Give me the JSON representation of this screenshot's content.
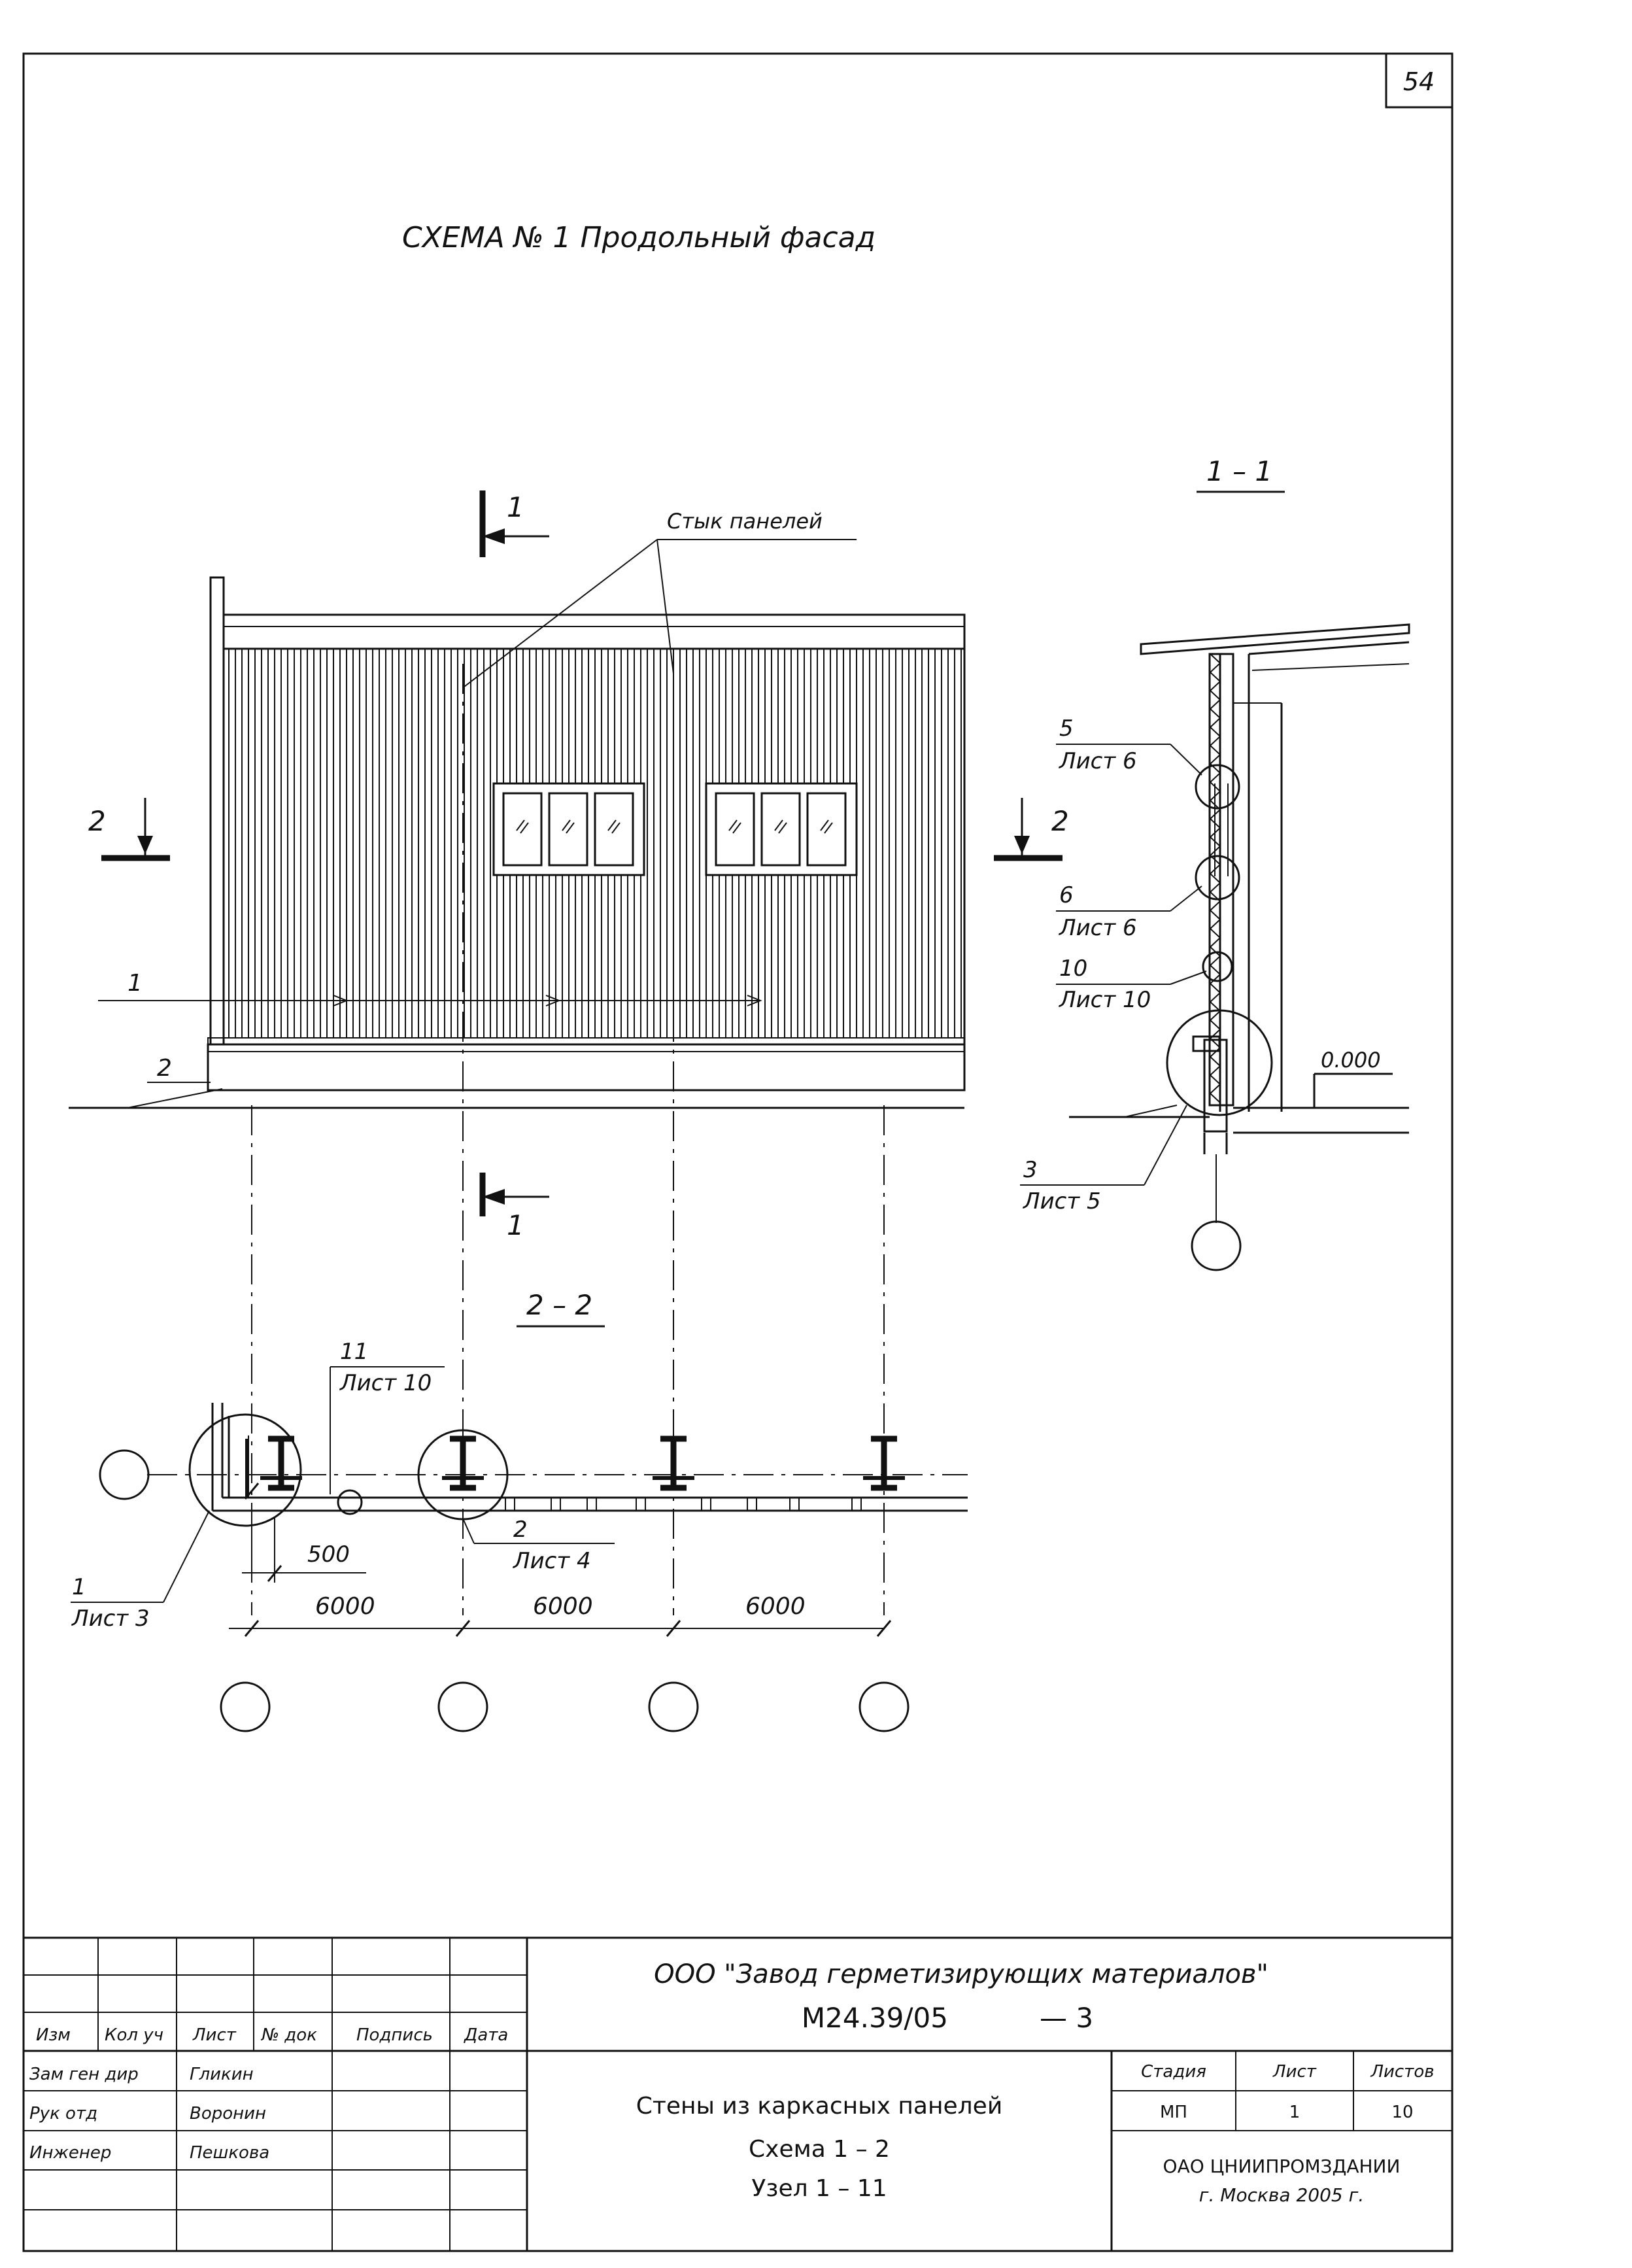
{
  "sheet_number": "54",
  "title": "СХЕМА № 1 Продольный фасад",
  "facade": {
    "joint_label": "Стык панелей",
    "section_1_top": "1",
    "section_1_bottom": "1",
    "section_2_left": "2",
    "section_2_right": "2",
    "callout_1": "1",
    "callout_2": "2"
  },
  "section_1_1": {
    "title": "1 – 1",
    "nodes": [
      {
        "num": "5",
        "sheet": "Лист 6"
      },
      {
        "num": "6",
        "sheet": "Лист 6"
      },
      {
        "num": "10",
        "sheet": "Лист 10"
      },
      {
        "num": "3",
        "sheet": "Лист 5"
      }
    ],
    "level": "0.000"
  },
  "section_2_2": {
    "title": "2 – 2",
    "node_11": {
      "num": "11",
      "sheet": "Лист 10"
    },
    "node_2": {
      "num": "2",
      "sheet": "Лист 4"
    },
    "node_1": {
      "num": "1",
      "sheet": "Лист 3"
    },
    "dim_offset": "500",
    "dims": [
      "6000",
      "6000",
      "6000"
    ]
  },
  "title_block": {
    "col_headers": [
      "Изм",
      "Кол уч",
      "Лист",
      "№ док",
      "Подпись",
      "Дата"
    ],
    "roles": [
      {
        "role": "Зам ген дир",
        "name": "Гликин"
      },
      {
        "role": "Рук отд",
        "name": "Воронин"
      },
      {
        "role": "Инженер",
        "name": "Пешкова"
      }
    ],
    "company": "ООО \"Завод герметизирующих материалов\"",
    "doc_code": "М24.39/05",
    "doc_suffix": "— 3",
    "desc_1": "Стены из каркасных панелей",
    "desc_2": "Схема 1 – 2",
    "desc_3": "Узел 1 – 11",
    "stage_headers": [
      "Стадия",
      "Лист",
      "Листов"
    ],
    "stage_values": [
      "МП",
      "1",
      "10"
    ],
    "org_1": "ОАО ЦНИИПРОМЗДАНИИ",
    "org_2": "г. Москва 2005 г."
  }
}
